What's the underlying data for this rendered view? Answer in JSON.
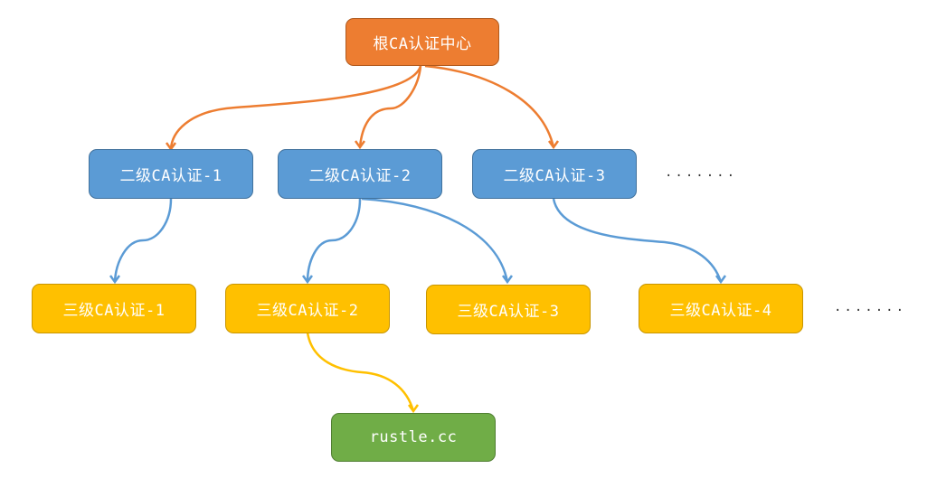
{
  "diagram": {
    "root": {
      "label": "根CA认证中心",
      "color": "#ed7d31"
    },
    "level2": [
      {
        "label": "二级CA认证-1"
      },
      {
        "label": "二级CA认证-2"
      },
      {
        "label": "二级CA认证-3"
      }
    ],
    "level2_more": ".......",
    "level3": [
      {
        "label": "三级CA认证-1"
      },
      {
        "label": "三级CA认证-2"
      },
      {
        "label": "三级CA认证-3"
      },
      {
        "label": "三级CA认证-4"
      }
    ],
    "level3_more": ".......",
    "leaf": {
      "label": "rustle.cc"
    },
    "colors": {
      "root": "#ed7d31",
      "level2": "#5b9bd5",
      "level3": "#ffc000",
      "leaf": "#70ad47"
    },
    "edges": [
      {
        "from": "根CA认证中心",
        "to": "二级CA认证-1"
      },
      {
        "from": "根CA认证中心",
        "to": "二级CA认证-2"
      },
      {
        "from": "根CA认证中心",
        "to": "二级CA认证-3"
      },
      {
        "from": "二级CA认证-1",
        "to": "三级CA认证-1"
      },
      {
        "from": "二级CA认证-2",
        "to": "三级CA认证-2"
      },
      {
        "from": "二级CA认证-2",
        "to": "三级CA认证-3"
      },
      {
        "from": "二级CA认证-3",
        "to": "三级CA认证-4"
      },
      {
        "from": "三级CA认证-2",
        "to": "rustle.cc"
      }
    ]
  }
}
